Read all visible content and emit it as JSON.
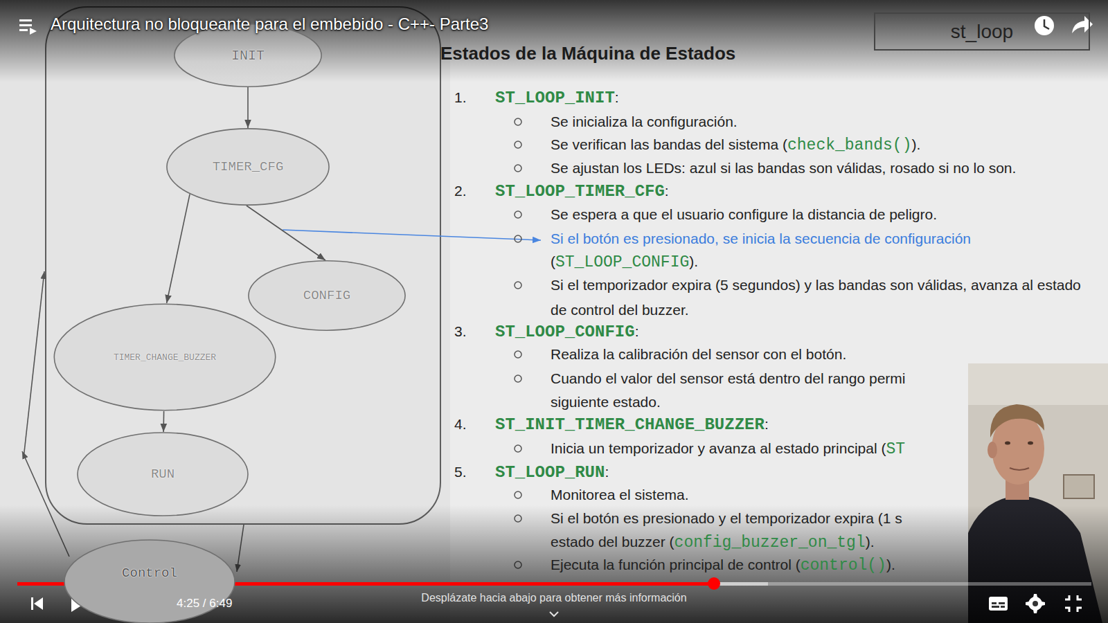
{
  "diagram": {
    "title": "Estados de la Máquina de Estados",
    "nodes": [
      {
        "text": [
          "INIT"
        ]
      },
      {
        "text": [
          "TIMER_CFG"
        ]
      },
      {
        "text": [
          "CONFIG"
        ]
      },
      {
        "text": [
          "TIMER_CHANGE_BUZZER"
        ]
      },
      {
        "text": [
          "RUN"
        ]
      },
      {
        "text": [
          "Control"
        ]
      },
      {
        "text": [
          "st_loop"
        ]
      }
    ],
    "edges": [
      {
        "from": 0,
        "to": 1,
        "arrow": "to"
      },
      {
        "from": 1,
        "to": 3,
        "arrow": "to"
      },
      {
        "from": 1,
        "to": 2,
        "arrow": "to"
      },
      {
        "from": 3,
        "to": 4,
        "arrow": "to"
      }
    ],
    "labels": [
      "Arquitectura no bloqueante para el embebido - C++- Parte3",
      "1.",
      "ST_LOOP_INIT",
      ":",
      "Se inicializa la configuración.",
      "Se verifican las bandas del sistema (",
      "check_bands()",
      ").",
      "Se ajustan los LEDs: azul si las bandas son válidas, rosado si no lo son.",
      "2.",
      "ST_LOOP_TIMER_CFG",
      ":",
      "Se espera a que el usuario configure la distancia de peligro.",
      "Si el botón es presionado, se inicia la secuencia de configuración",
      "(",
      "ST_LOOP_CONFIG",
      ").",
      "Si el temporizador expira (5 segundos) y las bandas son válidas, avanza al estado de control del buzzer.",
      "3.",
      "ST_LOOP_CONFIG",
      ":",
      "Realiza la calibración del sensor con el botón.",
      "Cuando el valor del sensor está dentro del rango permi",
      "siguiente estado.",
      "4.",
      "ST_INIT_TIMER_CHANGE_BUZZER",
      ":",
      "Inicia un temporizador y avanza al estado principal (",
      "ST",
      "5.",
      "ST_LOOP_RUN",
      ":",
      "Monitorea el sistema.",
      "Si el botón es presionado y el temporizador expira (1 s",
      "estado del buzzer (",
      "config_buzzer_on_tgl",
      ").",
      "Ejecuta la función principal de control (",
      "control()",
      ").",
      "4:25 / 6:49",
      "Desplázate hacia abajo para obtener más información"
    ]
  }
}
